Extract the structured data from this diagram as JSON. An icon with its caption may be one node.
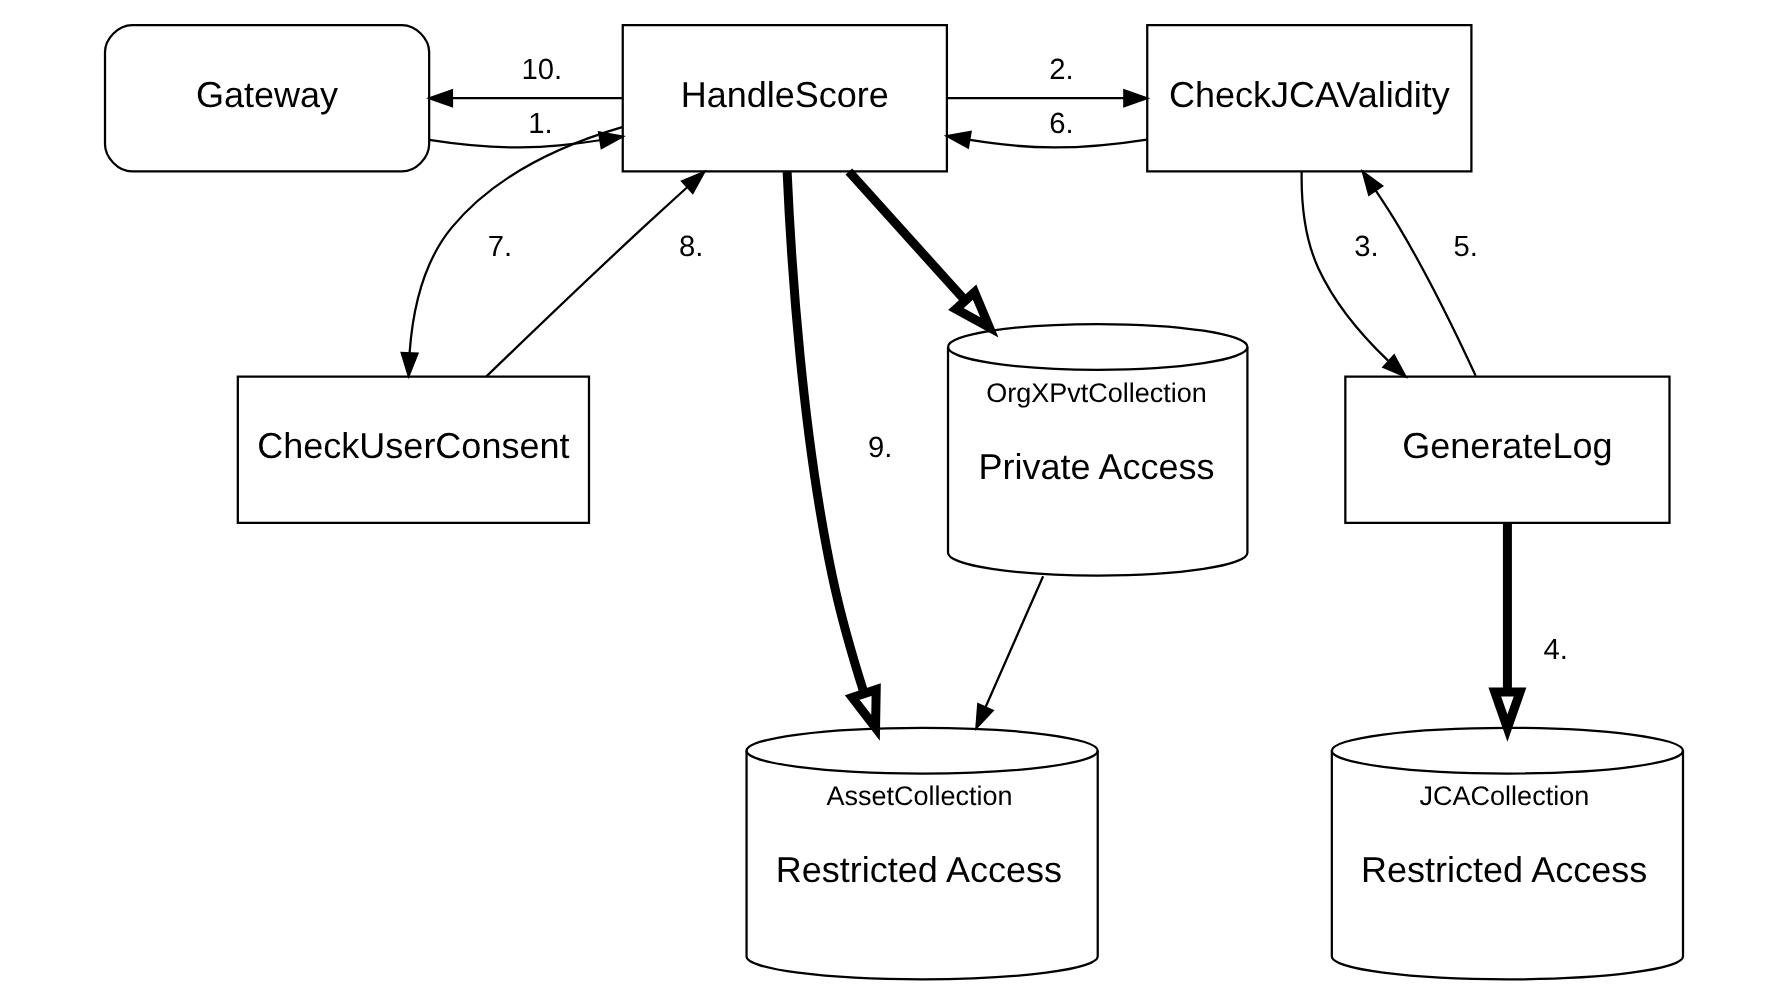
{
  "diagram": {
    "nodes": [
      {
        "text": [
          "Gateway"
        ]
      },
      {
        "text": [
          "HandleScore"
        ]
      },
      {
        "text": [
          "CheckJCAValidity"
        ]
      },
      {
        "text": [
          "CheckUserConsent"
        ]
      },
      {
        "text": [
          "GenerateLog"
        ]
      },
      {
        "text": [
          "AssetCollection",
          "Restricted Access"
        ]
      },
      {
        "text": [
          "OrgXPvtCollection",
          "Private Access"
        ]
      },
      {
        "text": [
          "JCACollection",
          "Restricted Access"
        ]
      }
    ],
    "edges": [
      {
        "from": 0,
        "to": 1,
        "arrow": "to",
        "label": "1."
      },
      {
        "from": 1,
        "to": 2,
        "arrow": "to",
        "label": "2."
      },
      {
        "from": 2,
        "to": 4,
        "arrow": "to",
        "label": "3."
      },
      {
        "from": 4,
        "to": 7,
        "arrow": "to",
        "label": "4.",
        "style": "thick"
      },
      {
        "from": 4,
        "to": 2,
        "arrow": "to",
        "label": "5."
      },
      {
        "from": 2,
        "to": 1,
        "arrow": "to",
        "label": "6."
      },
      {
        "from": 1,
        "to": 3,
        "arrow": "to",
        "label": "7."
      },
      {
        "from": 3,
        "to": 1,
        "arrow": "to",
        "label": "8."
      },
      {
        "from": 1,
        "to": 5,
        "arrow": "to",
        "label": "9.",
        "style": "thick"
      },
      {
        "from": 1,
        "to": 6,
        "arrow": "to",
        "style": "thick"
      },
      {
        "from": 1,
        "to": 0,
        "arrow": "to",
        "label": "10."
      },
      {
        "from": 6,
        "to": 5,
        "arrow": "to"
      }
    ]
  }
}
